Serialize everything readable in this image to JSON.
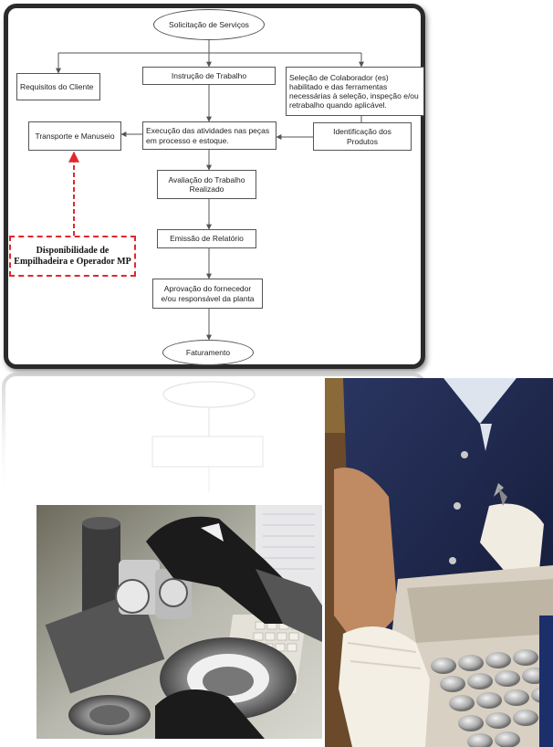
{
  "flow": {
    "start": "Solicitação de Serviços",
    "client_req": "Requisitos do Cliente",
    "work_instr": "Instrução de Trabalho",
    "collab": "Seleção de Colaborador (es) habilitado e das ferramentas necessárias à seleção, inspeção e/ou retrabalho quando aplicável.",
    "transport": "Transporte e Manuseio",
    "exec": "Execução das atividades nas peças em processo e estoque.",
    "ident": "Identificação dos Produtos",
    "eval": "Avaliação do Trabalho Realizado",
    "report": "Emissão de Relatório",
    "approval": "Aprovação do fornecedor e/ou responsável da planta",
    "end": "Faturamento",
    "forklift": "Disponibilidade de Empilhadeira e Operador MP"
  },
  "colors": {
    "dashed": "#e0282d",
    "frame": "#2a2a2a"
  }
}
